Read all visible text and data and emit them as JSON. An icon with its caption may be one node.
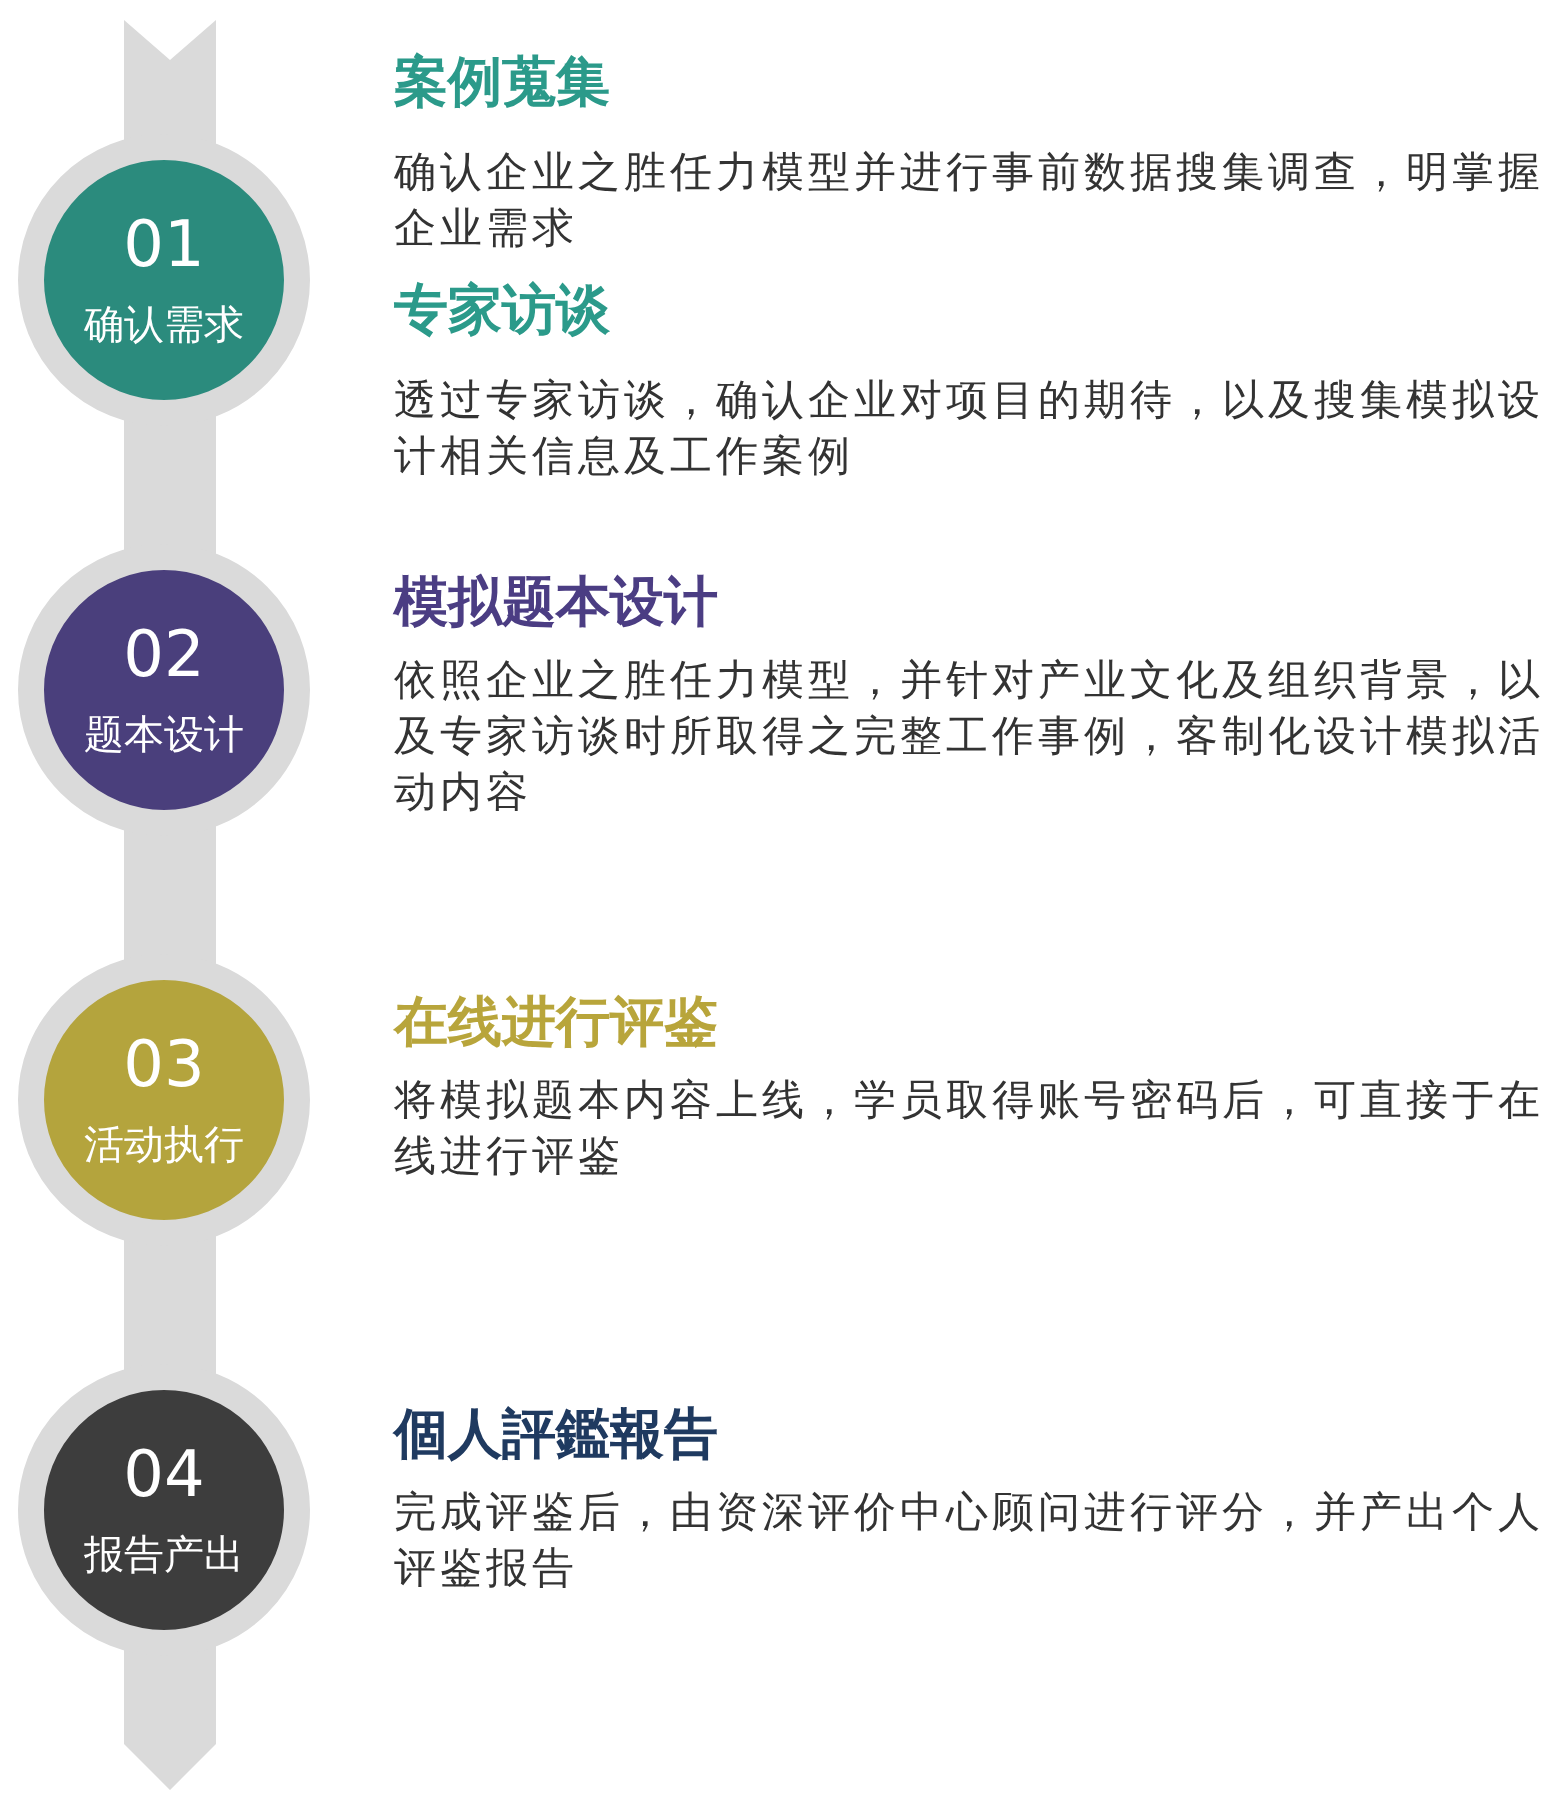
{
  "diagram": {
    "nodes": [
      {
        "text": [
          "01",
          "确认需求"
        ],
        "beside": [
          "案例蒐集",
          "确认企业之胜任力模型并进行事前数据搜集调查，明掌握企业需求",
          "专家访谈",
          "透过专家访谈，确认企业对项目的期待，以及搜集模拟设计相关信息及工作案例"
        ]
      },
      {
        "text": [
          "02",
          "题本设计"
        ],
        "beside": [
          "模拟题本设计",
          "依照企业之胜任力模型，并针对产业文化及组织背景，以及专家访谈时所取得之完整工作事例，客制化设计模拟活动内容"
        ]
      },
      {
        "text": [
          "03",
          "活动执行"
        ],
        "beside": [
          "在线进行评鉴",
          "将模拟题本内容上线，学员取得账号密码后，可直接于在线进行评鉴"
        ]
      },
      {
        "text": [
          "04",
          "报告产出"
        ],
        "beside": [
          "個人評鑑報告",
          "完成评鉴后，由资深评价中心顾问进行评分，并产出个人评鉴报告"
        ]
      }
    ]
  }
}
